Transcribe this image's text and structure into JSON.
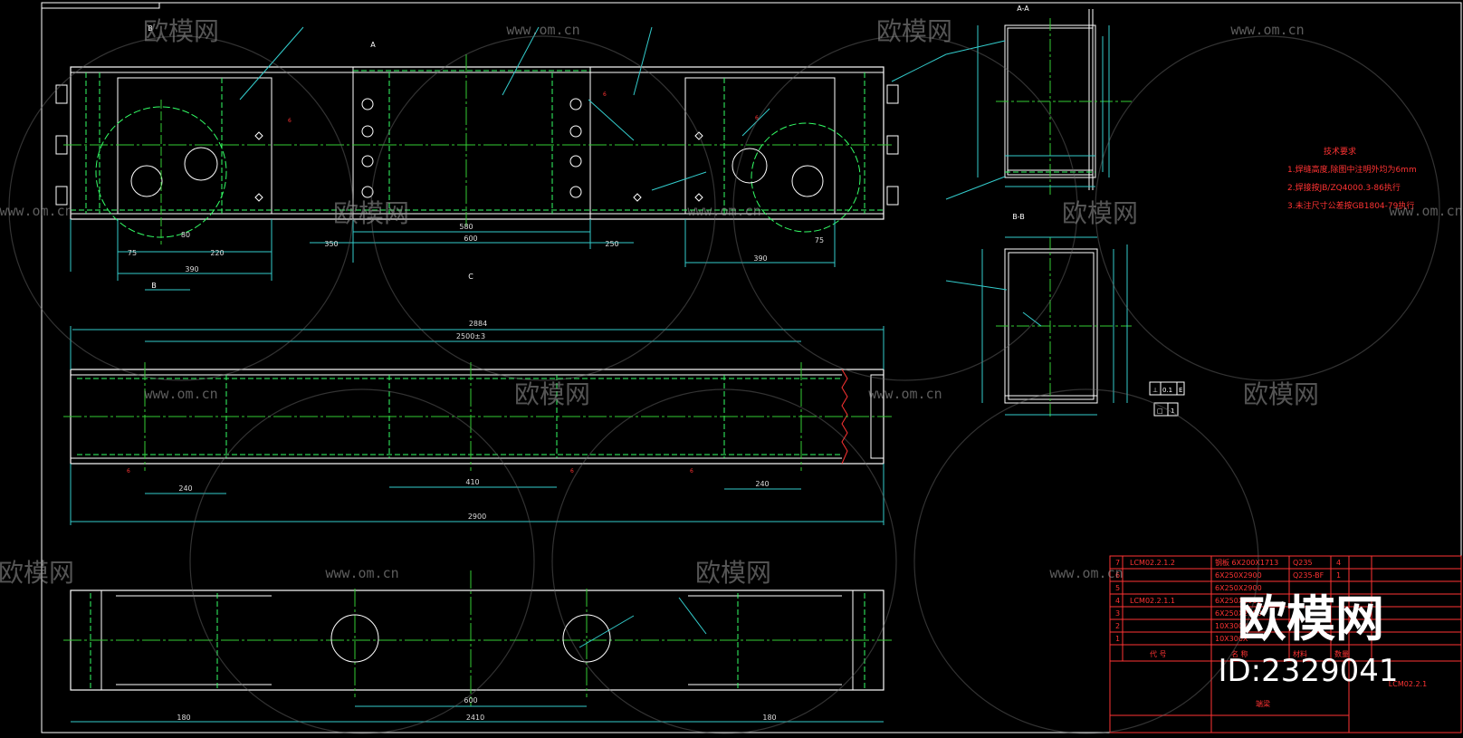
{
  "drawing": {
    "title_cn": "端梁",
    "drawing_no": "LCM02.2.1",
    "tech_requirements_title": "技术要求",
    "tech_requirements": [
      "1.焊缝高度,除图中注明外均为6mm",
      "2.焊接按JB/ZQ4000.3-86执行",
      "3.未注尺寸公差按GB1804-79执行"
    ]
  },
  "watermark": {
    "brand": "欧模网",
    "url": "www.om.cn",
    "id_label": "ID:2329041"
  },
  "dimensions_top": {
    "d_580": "580",
    "d_600": "600",
    "d_350": "350",
    "d_250": "250",
    "d_75": "75",
    "d_220": "220",
    "d_390": "390",
    "d_80": "80",
    "d_75b": "75",
    "d_390b": "390"
  },
  "dimensions_mid": {
    "d_2884": "2884",
    "d_2500": "2500±3",
    "d_240": "240",
    "d_410": "410",
    "d_240b": "240",
    "d_2900": "2900"
  },
  "dimensions_bottom": {
    "d_600": "600",
    "d_2410": "2410",
    "d_180": "180",
    "d_180b": "180"
  },
  "section_labels": {
    "aa": "A-A",
    "bb": "B-B",
    "a": "A",
    "b": "B",
    "c": "C"
  },
  "title_block": {
    "col_code": "代  号",
    "col_name": "名  称",
    "col_qty": "数量",
    "col_material": "材料",
    "rows": [
      {
        "no": "7",
        "code": "LCM02.2.1.2",
        "name": "钢板 6X200X1713",
        "material": "Q235",
        "qty": "4"
      },
      {
        "no": "6",
        "code": "",
        "name": "6X250X2900",
        "material": "Q235-BF",
        "qty": "1"
      },
      {
        "no": "5",
        "code": "",
        "name": "6X250X2900",
        "material": "",
        "qty": ""
      },
      {
        "no": "4",
        "code": "LCM02.2.1.1",
        "name": "6X250X2900",
        "material": "",
        "qty": ""
      },
      {
        "no": "3",
        "code": "",
        "name": "6X250X2900",
        "material": "",
        "qty": ""
      },
      {
        "no": "2",
        "code": "",
        "name": "10X300X",
        "material": "",
        "qty": ""
      },
      {
        "no": "1",
        "code": "",
        "name": "10X300X",
        "material": "",
        "qty": ""
      }
    ]
  },
  "colors": {
    "outline": "#ffffff",
    "center": "#33cc33",
    "hidden": "#33ff66",
    "dim": "#33cccc",
    "text_red": "#ff3333",
    "leader": "#33cccc",
    "tb_line": "#ff3333"
  }
}
